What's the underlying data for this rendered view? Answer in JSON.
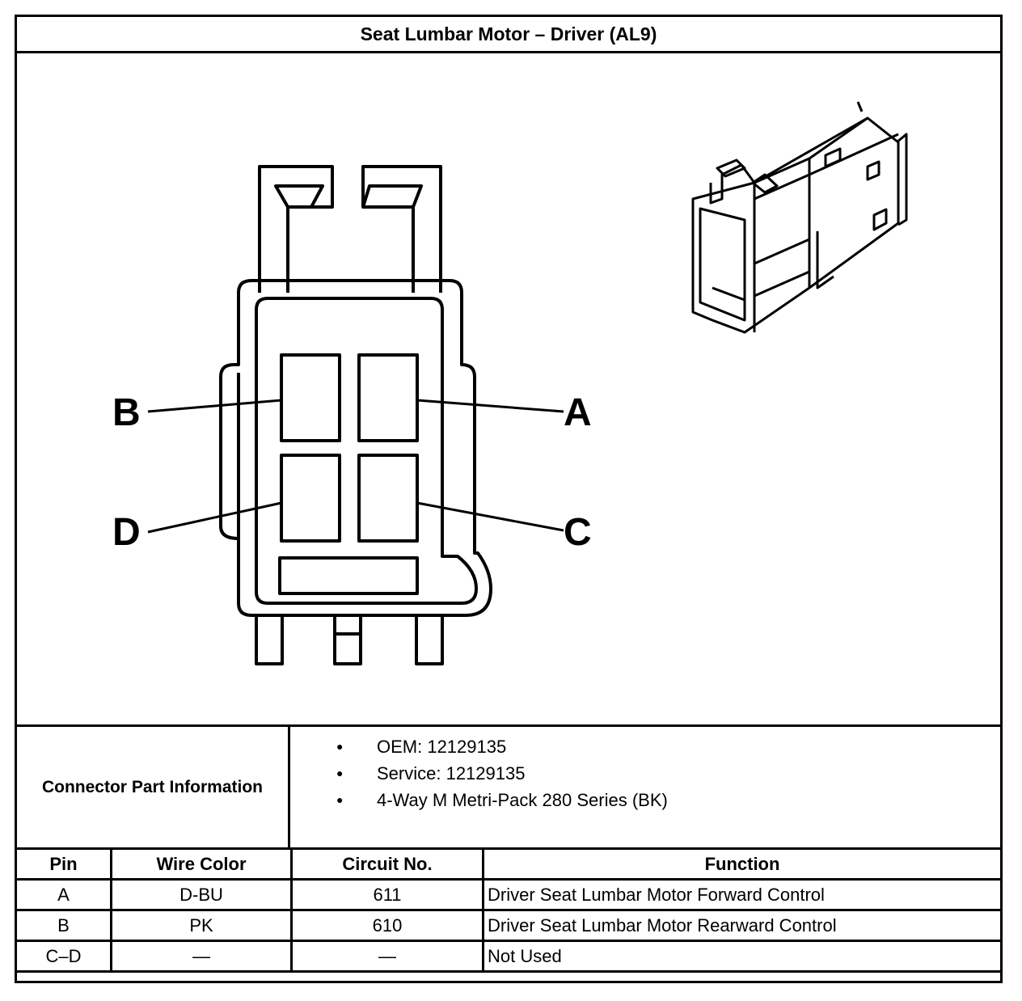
{
  "title": "Seat Lumbar Motor – Driver (AL9)",
  "pin_labels": {
    "a": "A",
    "b": "B",
    "c": "C",
    "d": "D"
  },
  "connector_info": {
    "label": "Connector Part Information",
    "items": [
      "OEM: 12129135",
      "Service: 12129135",
      "4-Way M Metri-Pack 280 Series (BK)"
    ]
  },
  "pin_table": {
    "headers": {
      "pin": "Pin",
      "wire_color": "Wire Color",
      "circuit": "Circuit No.",
      "function": "Function"
    },
    "rows": [
      {
        "pin": "A",
        "wire_color": "D-BU",
        "circuit": "611",
        "function": "Driver Seat Lumbar Motor Forward Control"
      },
      {
        "pin": "B",
        "wire_color": "PK",
        "circuit": "610",
        "function": "Driver Seat Lumbar Motor Rearward Control"
      },
      {
        "pin": "C–D",
        "wire_color": "—",
        "circuit": "—",
        "function": "Not Used"
      }
    ]
  }
}
